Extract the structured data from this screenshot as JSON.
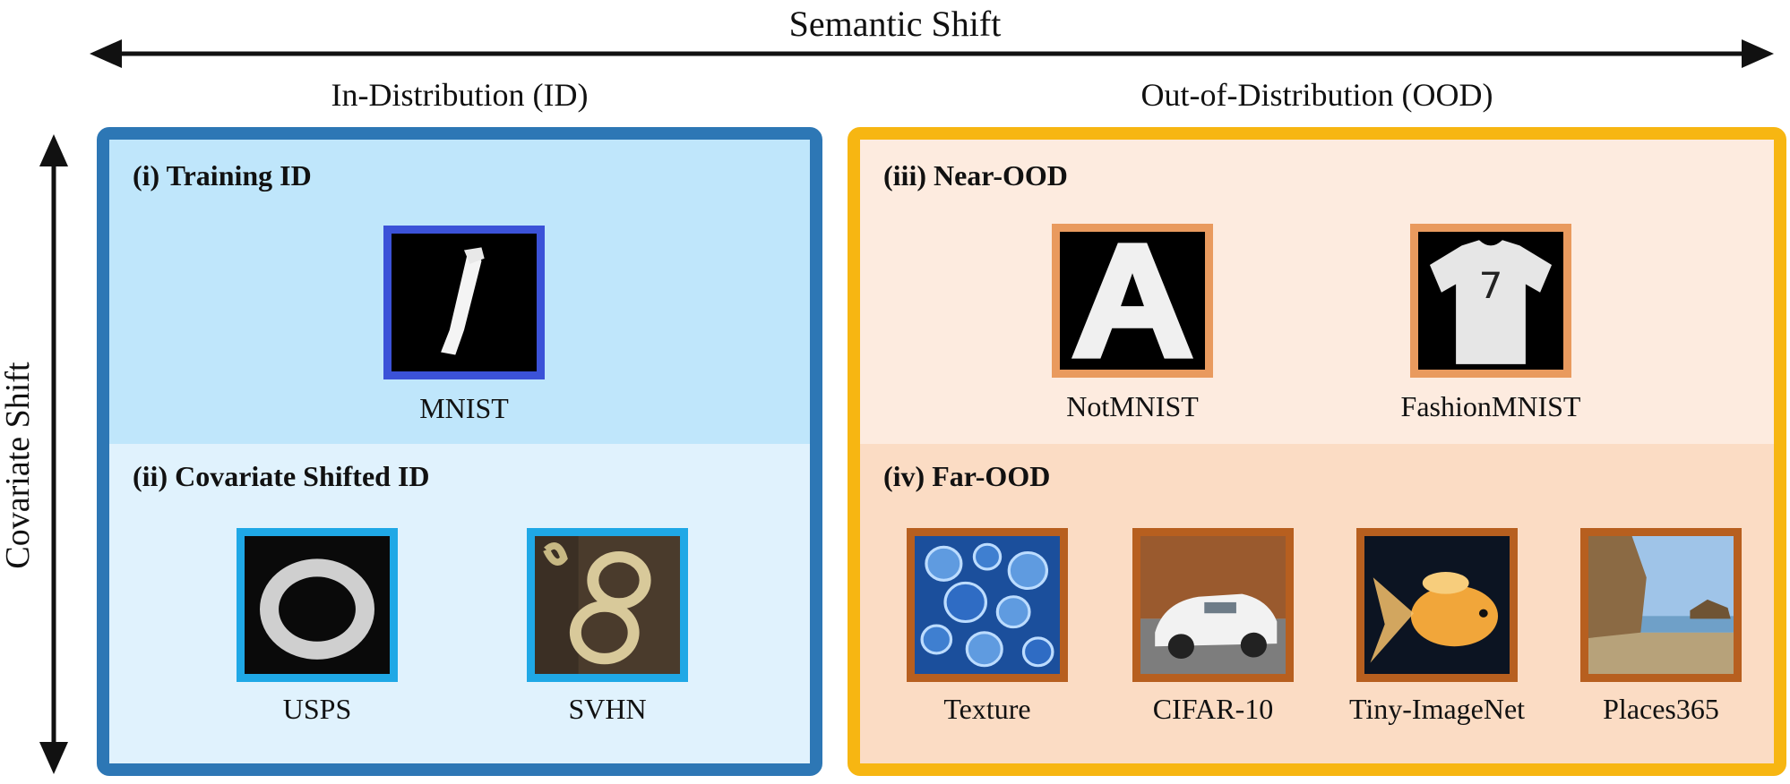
{
  "header": {
    "semantic_axis_label": "Semantic Shift",
    "covariate_axis_label": "Covariate Shift",
    "id_heading": "In-Distribution (ID)",
    "ood_heading": "Out-of-Distribution (OOD)"
  },
  "regions": {
    "training_id": {
      "title": "(i) Training ID",
      "datasets": [
        "MNIST"
      ]
    },
    "covariate_id": {
      "title": "(ii) Covariate Shifted ID",
      "datasets": [
        "USPS",
        "SVHN"
      ]
    },
    "near_ood": {
      "title": "(iii) Near-OOD",
      "datasets": [
        "NotMNIST",
        "FashionMNIST"
      ]
    },
    "far_ood": {
      "title": "(iv) Far-OOD",
      "datasets": [
        "Texture",
        "CIFAR-10",
        "Tiny-ImageNet",
        "Places365"
      ]
    }
  },
  "colors": {
    "id_border": "#2d77b5",
    "ood_border": "#f7b612",
    "training_bg": "#bfe6fb",
    "covariate_bg": "#e0f2fd",
    "near_bg": "#fdebdf",
    "far_bg": "#fbdcc4"
  },
  "icons": {
    "semantic_arrow": "double-headed-horizontal-arrow",
    "covariate_arrow": "double-headed-vertical-arrow"
  }
}
